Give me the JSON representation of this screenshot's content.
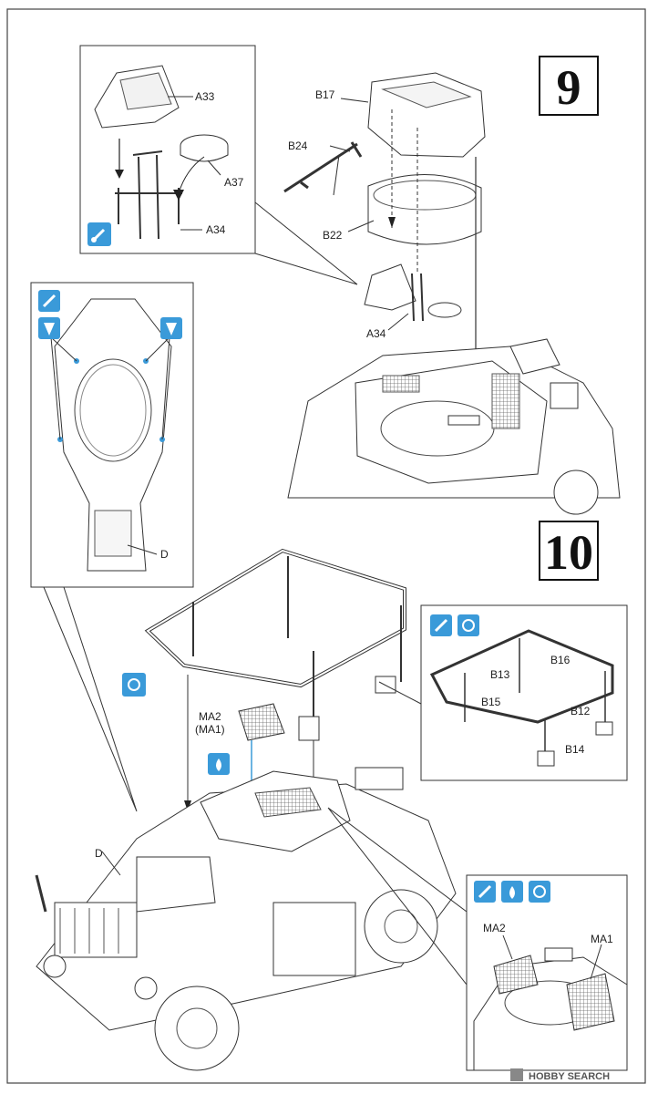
{
  "steps": {
    "step9": "9",
    "step10": "10"
  },
  "labels": {
    "a33": "A33",
    "a37": "A37",
    "a34_inset": "A34",
    "a34_main": "A34",
    "b17": "B17",
    "b24": "B24",
    "b22": "B22",
    "d_inset": "D",
    "ma2_top": "MA2",
    "ma1_paren": "(MA1)",
    "b16": "B16",
    "b13": "B13",
    "b15": "B15",
    "b12": "B12",
    "b14": "B14",
    "d_main": "D",
    "ma2_bottom": "MA2",
    "ma1_bottom": "MA1"
  },
  "icons": {
    "glue": "glue-icon",
    "cement": "cement-drop-icon",
    "symmetric": "symmetric-assembly-icon",
    "drill": "drill-hole-icon"
  },
  "watermark": {
    "text": "HOBBY SEARCH"
  },
  "colors": {
    "accent": "#3a9ad9",
    "line": "#333333",
    "frame": "#444444"
  }
}
